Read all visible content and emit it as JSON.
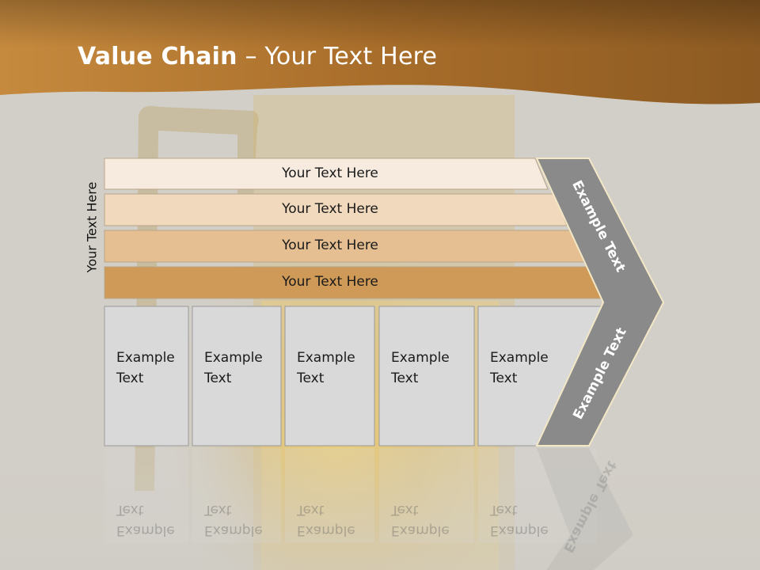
{
  "slide": {
    "title_bold": "Value Chain",
    "title_rest": " – Your Text Here",
    "side_label": "Your Text Here"
  },
  "rows": [
    {
      "label": "Your Text Here",
      "color": "#f7ebe0"
    },
    {
      "label": "Your Text Here",
      "color": "#f0d9bd"
    },
    {
      "label": "Your Text Here",
      "color": "#e5be92"
    },
    {
      "label": "Your Text Here",
      "color": "#cf9a58"
    }
  ],
  "cells": [
    {
      "text": "Example\nText"
    },
    {
      "text": "Example\nText"
    },
    {
      "text": "Example\nText"
    },
    {
      "text": "Example\nText"
    },
    {
      "text": "Example\nText"
    }
  ],
  "chevron": {
    "upper_text": "Example Text",
    "lower_text": "Example Text",
    "color": "#8a8a8a"
  },
  "colors": {
    "header_band": "#b57a30",
    "cell_fill": "#d9d9d9",
    "cell_stroke": "#9a9a9a"
  }
}
